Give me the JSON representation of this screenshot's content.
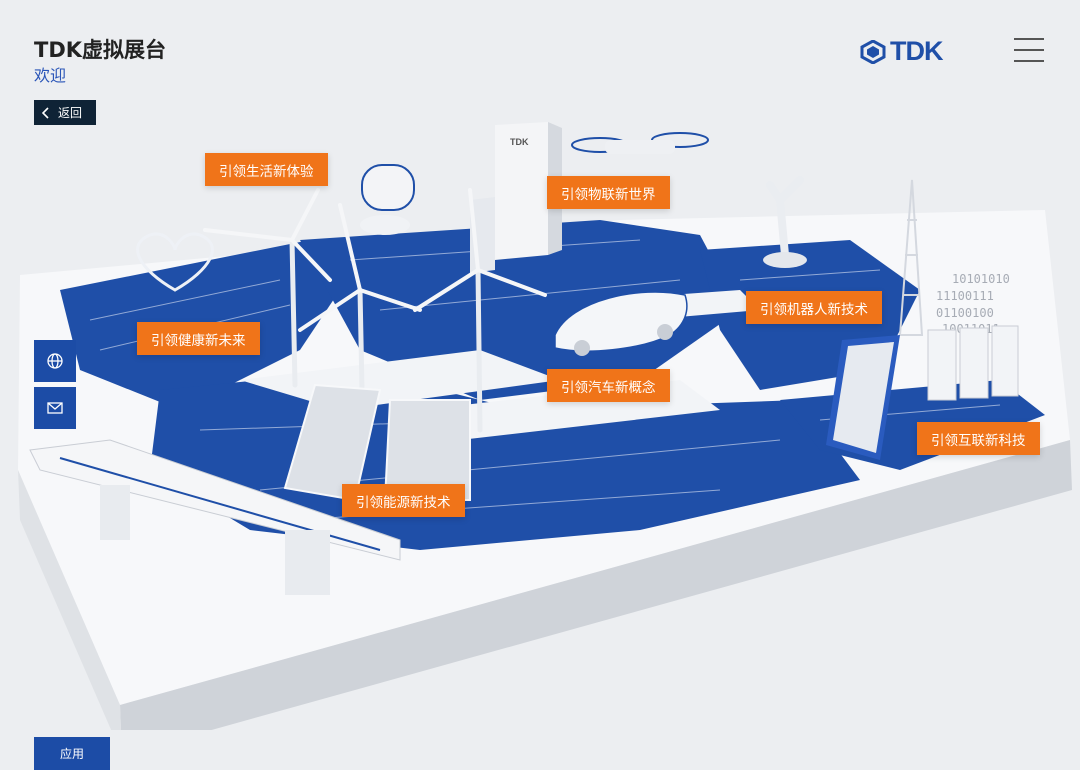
{
  "header": {
    "title": "TDK虚拟展台",
    "subtitle": "欢迎",
    "logo_text": "TDK"
  },
  "nav": {
    "back_label": "返回",
    "menu_icon": "hamburger-menu-icon"
  },
  "hotspots": [
    {
      "label": "引领生活新体验"
    },
    {
      "label": "引领物联新世界"
    },
    {
      "label": "引领健康新未来"
    },
    {
      "label": "引领机器人新技术"
    },
    {
      "label": "引领汽车新概念"
    },
    {
      "label": "引领互联新科技"
    },
    {
      "label": "引领能源新技术"
    }
  ],
  "scene": {
    "building_sign": "TDK",
    "binary_lines": [
      "10101010",
      "11100111",
      "01100100",
      "10011011"
    ]
  },
  "side_buttons": [
    {
      "icon": "globe-icon"
    },
    {
      "icon": "mail-icon"
    }
  ],
  "footer": {
    "apply_label": "应用"
  },
  "colors": {
    "accent_orange": "#f07419",
    "brand_blue": "#1c4ca6",
    "dark_navy": "#0f2336",
    "background": "#eceef1"
  }
}
